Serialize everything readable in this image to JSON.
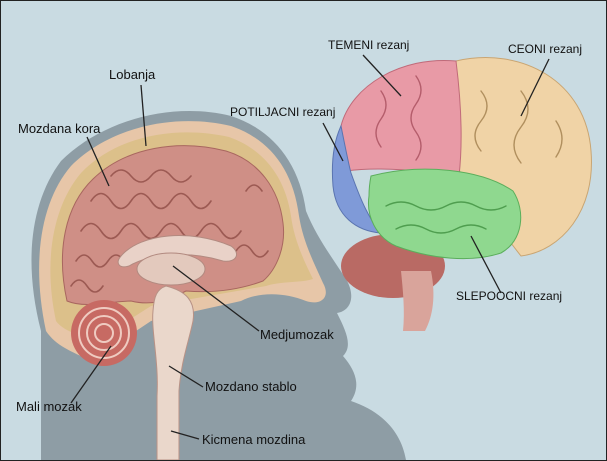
{
  "colors": {
    "background": "#c9dbe2",
    "head_silhouette": "#8e9da5",
    "skin_layer": "#e7c6a8",
    "skull_bone": "#dcc08a",
    "cortex_pink": "#cf8f86",
    "parietal_lobe": "#e89aa6",
    "frontal_lobe": "#f0d3a6",
    "occipital_lobe": "#7f9ad8",
    "temporal_lobe": "#8fd88f",
    "cerebellum": "#c76a63"
  },
  "labels": {
    "parietal": "TEMENI rezanj",
    "frontal": "CEONI rezanj",
    "occipital": "POTILJACNI rezanj",
    "temporal": "SLEPOOCNI rezanj",
    "skull": "Lobanja",
    "cortex": "Mozdana kora",
    "diencephalon": "Medjumozak",
    "cerebellum": "Mali mozak",
    "brainstem": "Mozdano stablo",
    "spinal_cord": "Kicmena mozdina"
  }
}
